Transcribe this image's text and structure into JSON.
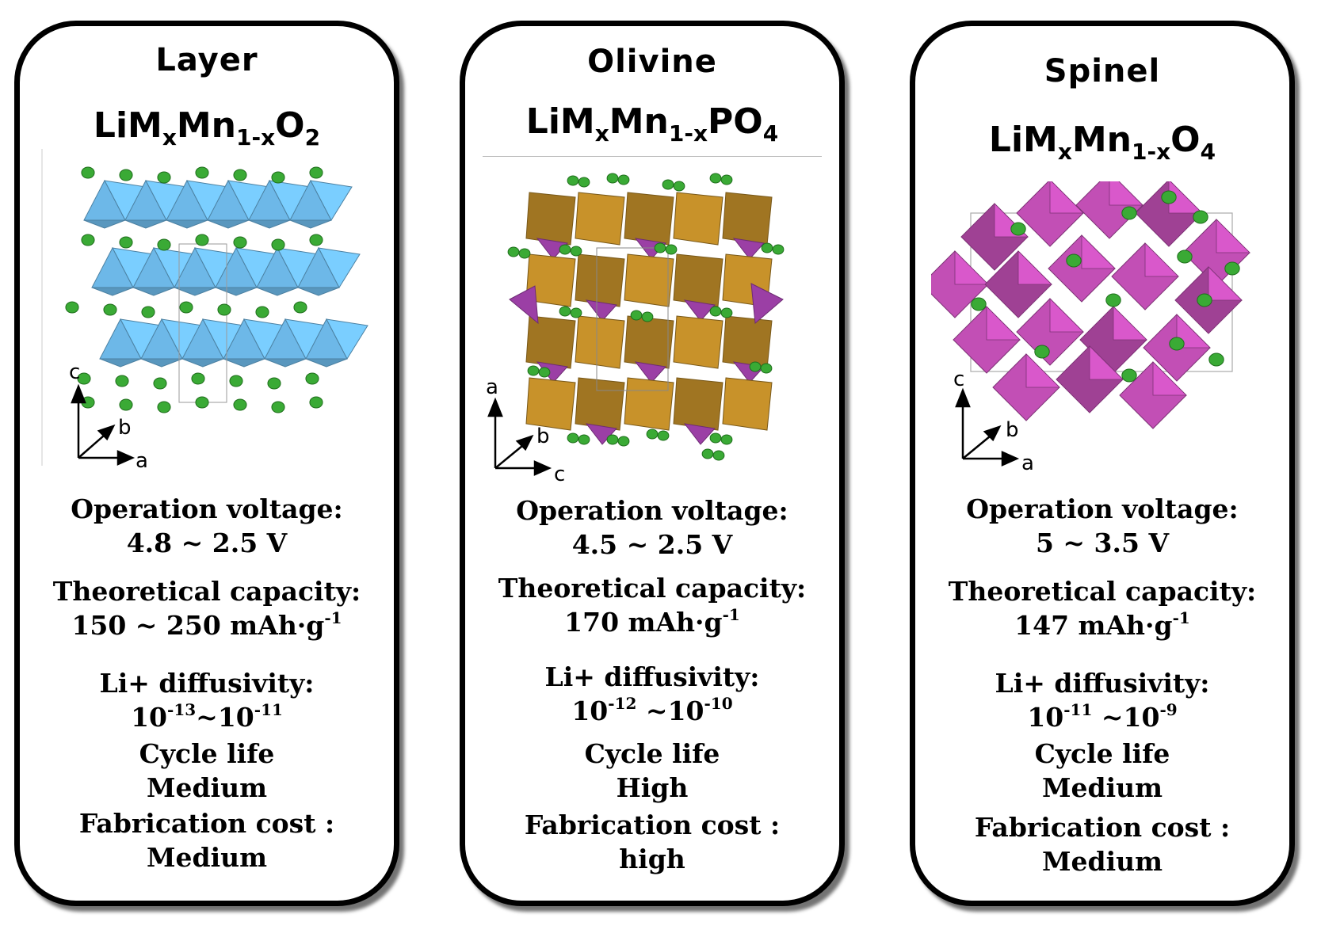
{
  "panels": [
    {
      "title": "Layer",
      "formula": {
        "base": "LiM",
        "sub1": "x",
        "mid": "Mn",
        "sub2": "1-x",
        "tail": "O",
        "sub3": "2"
      },
      "axes": {
        "vertical": "c",
        "diagonal": "b",
        "horizontal": "a"
      },
      "voltage_label": "Operation voltage:",
      "voltage_value": "4.8 ~ 2.5 V",
      "capacity_label": "Theoretical capacity:",
      "capacity_value": "150 ~ 250 mAh·g",
      "capacity_exp": "-1",
      "diffusivity_label": "Li+ diffusivity:",
      "diff_base1": "10",
      "diff_exp1": "-13",
      "diff_sep": "~",
      "diff_base2": "10",
      "diff_exp2": "-11",
      "cycle_label": "Cycle life",
      "cycle_value": "Medium",
      "cost_label": "Fabrication cost :",
      "cost_value": "Medium"
    },
    {
      "title": "Olivine",
      "formula": {
        "base": "LiM",
        "sub1": "x",
        "mid": "Mn",
        "sub2": "1-x",
        "tail": "PO",
        "sub3": "4"
      },
      "axes": {
        "vertical": "a",
        "diagonal": "b",
        "horizontal": "c"
      },
      "voltage_label": "Operation voltage:",
      "voltage_value": "4.5 ~ 2.5 V",
      "capacity_label": "Theoretical capacity:",
      "capacity_value": "170 mAh·g",
      "capacity_exp": "-1",
      "diffusivity_label": "Li+ diffusivity:",
      "diff_base1": "10",
      "diff_exp1": "-12",
      "diff_sep": " ~",
      "diff_base2": "10",
      "diff_exp2": "-10",
      "cycle_label": "Cycle life",
      "cycle_value": "High",
      "cost_label": "Fabrication cost :",
      "cost_value": "high"
    },
    {
      "title": "Spinel",
      "formula": {
        "base": "LiM",
        "sub1": "x",
        "mid": "Mn",
        "sub2": "1-x",
        "tail": "O",
        "sub3": "4"
      },
      "axes": {
        "vertical": "c",
        "diagonal": "b",
        "horizontal": "a"
      },
      "voltage_label": "Operation voltage:",
      "voltage_value": "5 ~ 3.5 V",
      "capacity_label": "Theoretical capacity:",
      "capacity_value": "147 mAh·g",
      "capacity_exp": "-1",
      "diffusivity_label": "Li+ diffusivity:",
      "diff_base1": "10",
      "diff_exp1": "-11",
      "diff_sep": " ~",
      "diff_base2": "10",
      "diff_exp2": "-9",
      "cycle_label": "Cycle life",
      "cycle_value": "Medium",
      "cost_label": "Fabrication cost :",
      "cost_value": "Medium"
    }
  ],
  "colors": {
    "layer_octahedra": "#6db8e8",
    "olivine_octahedra": "#c8922a",
    "olivine_tetrahedra": "#9b3fa5",
    "spinel_octahedra": "#c24fb5",
    "lithium_atoms": "#3aaa35"
  }
}
